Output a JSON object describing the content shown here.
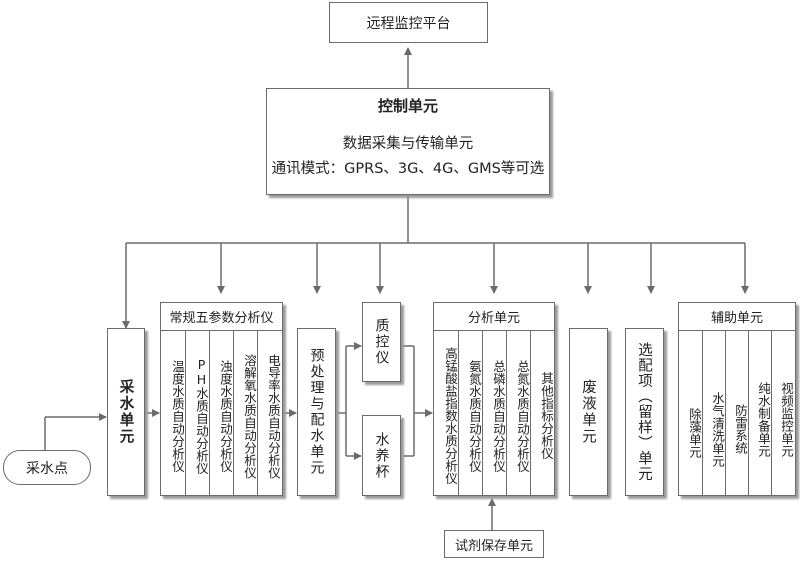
{
  "remote_platform": "远程监控平台",
  "control_unit": {
    "title": "控制单元",
    "line1": "数据采集与传输单元",
    "line2": "通讯模式：GPRS、3G、4G、GMS等可选"
  },
  "sampling_point": "采水点",
  "sampling_unit": "采水单元",
  "five_param": {
    "title": "常规五参数分析仪",
    "items": [
      "温度水质自动分析仪",
      "PH水质自动分析仪",
      "浊度水质自动分析仪",
      "溶解氧水质自动分析仪",
      "电导率水质自动分析仪"
    ]
  },
  "pretreatment": "预处理与配水单元",
  "quality_control": "质控仪",
  "water_cup": "水养杯",
  "analysis": {
    "title": "分析单元",
    "items": [
      "高锰酸盐指数水质分析仪",
      "氨氮水质自动分析仪",
      "总磷水质自动分析仪",
      "总氮水质自动分析仪",
      "其他指标分析仪"
    ]
  },
  "reagent": "试剂保存单元",
  "waste": "废液单元",
  "optional_sample": "选配项（留样）单元",
  "auxiliary": {
    "title": "辅助单元",
    "items": [
      "除藻单元",
      "水气清洗单元",
      "防雷系统",
      "纯水制备单元",
      "视频监控单元"
    ]
  }
}
